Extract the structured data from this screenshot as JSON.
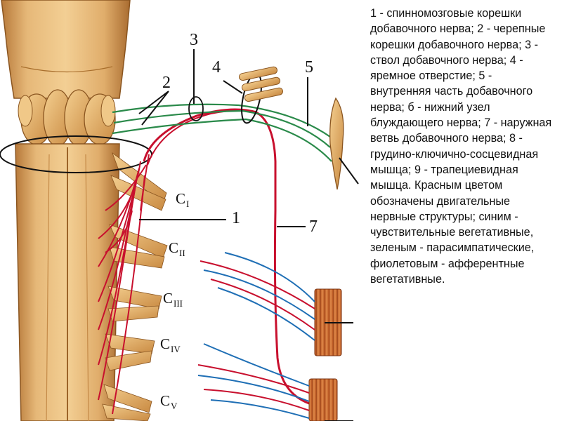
{
  "labels": {
    "n1": "1",
    "n2": "2",
    "n3": "3",
    "n4": "4",
    "n5": "5",
    "n7": "7",
    "c1": {
      "main": "C",
      "sub": "I"
    },
    "c2": {
      "main": "C",
      "sub": "II"
    },
    "c3": {
      "main": "C",
      "sub": "III"
    },
    "c4": {
      "main": "C",
      "sub": "IV"
    },
    "c5": {
      "main": "C",
      "sub": "V"
    }
  },
  "legend": "1 - спинномозговые корешки добавочного нерва; 2 - черепные корешки добавочного нерва; 3 - ствол добавочного нерва; 4 - яремное отверстие; 5 - внутренняя часть добавочного нерва; б - нижний узел блуждающего нерва; 7 - наружная ветвь добавочного нерва; 8 - грудино-ключично-сосцевидная мышца; 9 - трапециевидная мышца. Красным цветом обозначены двигательные нервные структуры; синим - чувствительные вегетативные, зеленым - парасимпатические, фиолетовым - афферентные вегетативные.",
  "colors": {
    "motor": "#c8102e",
    "sensory": "#1f6fb5",
    "parasympathetic": "#2a8a4a",
    "spine": "#d9a25a",
    "spine_dark": "#a86e2c",
    "muscle": "#c9652a"
  }
}
